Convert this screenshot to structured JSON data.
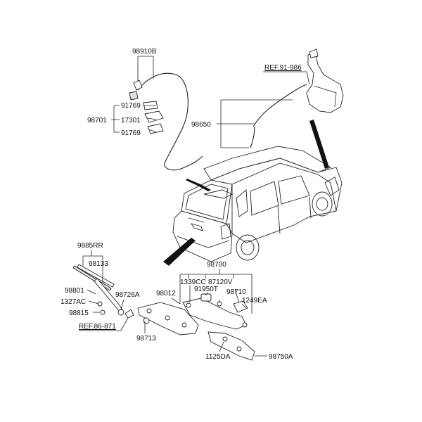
{
  "labels": {
    "p98910B": "98910B",
    "p91769a": "91769",
    "p98701": "98701",
    "p17301": "17301",
    "p91769b": "91769",
    "ref91986": "REF.91-986",
    "p98650": "98650",
    "p9885RR": "9885RR",
    "p98133": "98133",
    "p98700": "98700",
    "p98801": "98801",
    "p98726A": "98726A",
    "p98012": "98012",
    "p1339CC": "1339CC",
    "p87120V": "87120V",
    "p91950T": "91950T",
    "p98710": "98710",
    "p1249EA": "1249EA",
    "p1327AC": "1327AC",
    "p98815": "98815",
    "ref86871": "REF.86-871",
    "p98713": "98713",
    "p1125DA": "1125DA",
    "p98750A": "98750A"
  }
}
